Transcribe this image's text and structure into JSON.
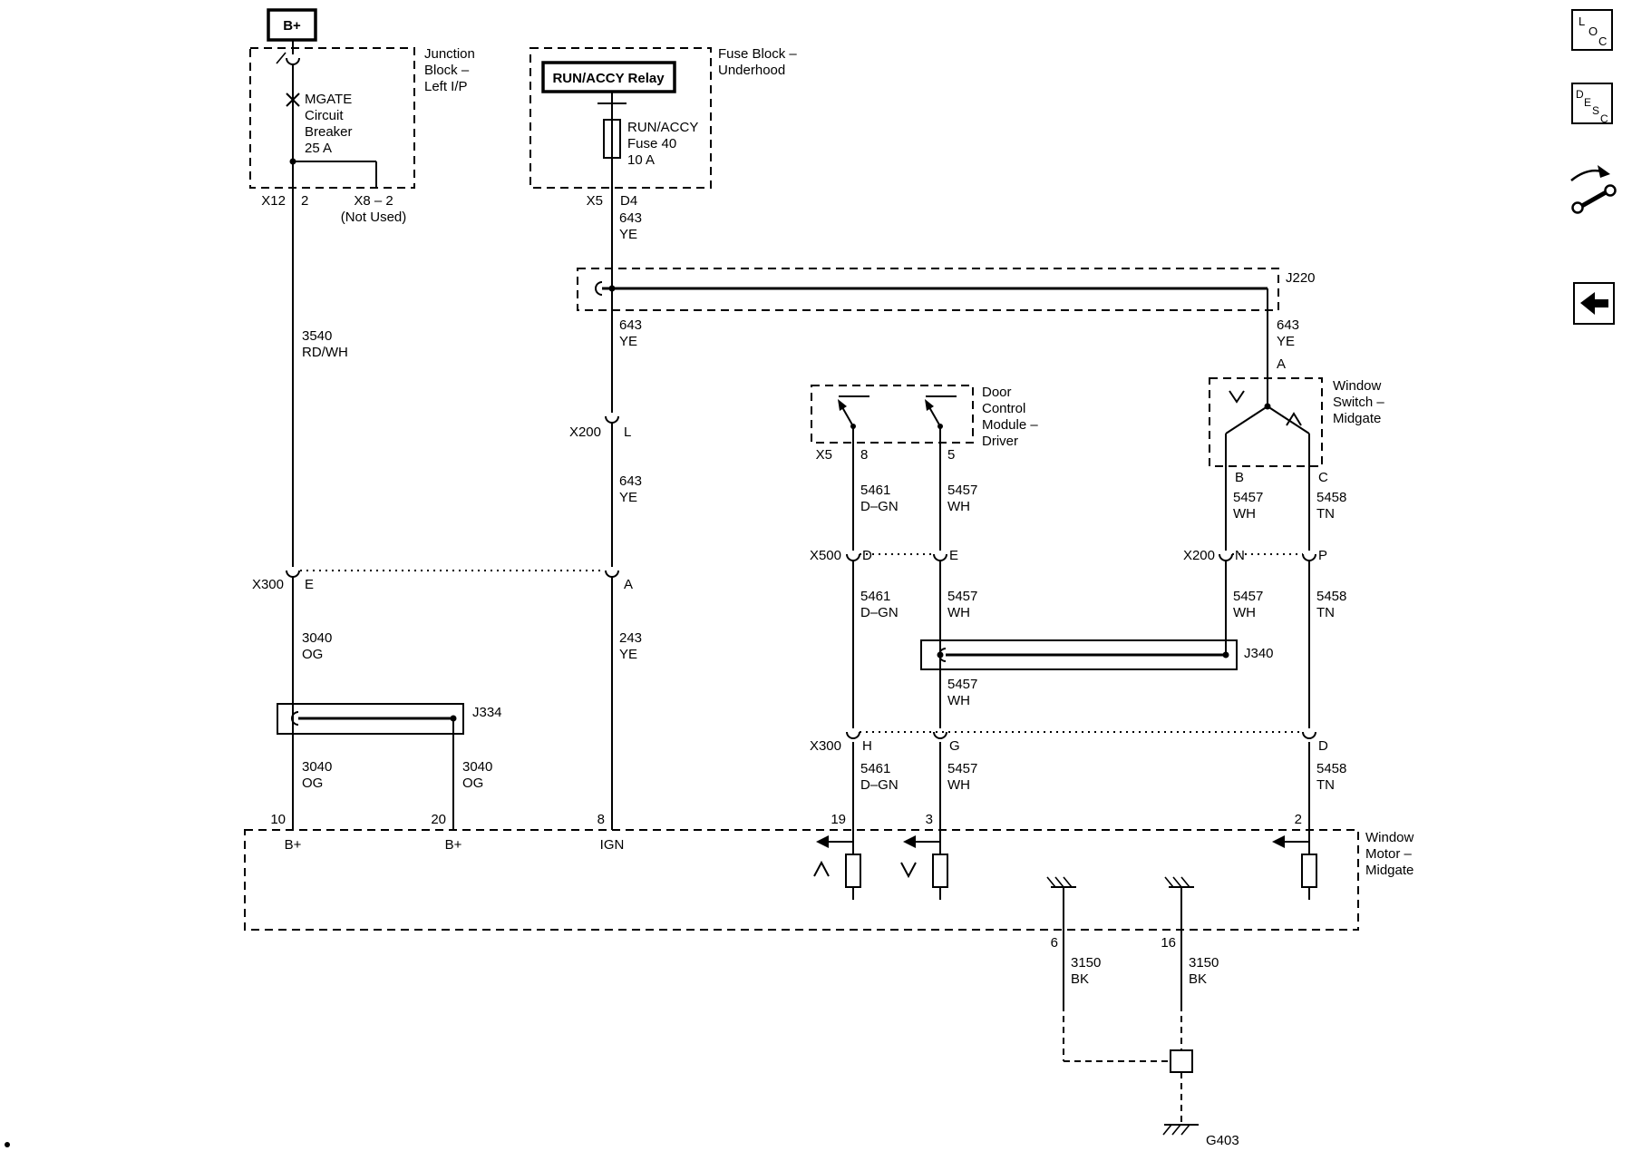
{
  "power_feed": {
    "label": "B+"
  },
  "junction_block": {
    "title": [
      "Junction",
      "Block –",
      "Left I/P"
    ],
    "breaker": [
      "MGATE",
      "Circuit",
      "Breaker",
      "25 A"
    ],
    "connector": "X12",
    "pin": "2",
    "unused": [
      "X8 – 2",
      "(Not Used)"
    ]
  },
  "fuse_block": {
    "title": [
      "Fuse Block –",
      "Underhood"
    ],
    "relay_label": "RUN/ACCY Relay",
    "fuse": [
      "RUN/ACCY",
      "Fuse 40",
      "10 A"
    ],
    "connector": "X5",
    "pin": "D4"
  },
  "door_module": {
    "title": [
      "Door",
      "Control",
      "Module –",
      "Driver"
    ],
    "connector": "X5",
    "pin_left": "8",
    "pin_right": "5"
  },
  "window_switch": {
    "title": [
      "Window",
      "Switch –",
      "Midgate"
    ],
    "pin_in": "A",
    "pin_left": "B",
    "pin_right": "C"
  },
  "window_motor": {
    "title": [
      "Window",
      "Motor –",
      "Midgate"
    ],
    "pins_top": {
      "p10": "10",
      "p20": "20",
      "p8": "8",
      "p19": "19",
      "p3": "3",
      "p2": "2"
    },
    "terminals": {
      "bplus": "B+",
      "ign": "IGN"
    },
    "pins_bottom": {
      "p6": "6",
      "p16": "16"
    }
  },
  "splices": {
    "j220": "J220",
    "j334": "J334",
    "j340": "J340"
  },
  "inline_connectors": {
    "x300": "X300",
    "x200": "X200",
    "x500": "X500",
    "pins": {
      "e": "E",
      "a": "A",
      "l": "L",
      "d": "D",
      "e2": "E",
      "n": "N",
      "p": "P",
      "h": "H",
      "g": "G",
      "d2": "D"
    }
  },
  "wire_labels": {
    "w3540": [
      "3540",
      "RD/WH"
    ],
    "w3040": [
      "3040",
      "OG"
    ],
    "w643": [
      "643",
      "YE"
    ],
    "w243": [
      "243",
      "YE"
    ],
    "w5461": [
      "5461",
      "D–GN"
    ],
    "w5457": [
      "5457",
      "WH"
    ],
    "w5458": [
      "5458",
      "TN"
    ],
    "w3150": [
      "3150",
      "BK"
    ]
  },
  "ground": {
    "label": "G403"
  },
  "toolbar": {
    "loc": [
      "L",
      "O",
      "C"
    ],
    "desc": [
      "D",
      "E",
      "S",
      "C"
    ]
  }
}
